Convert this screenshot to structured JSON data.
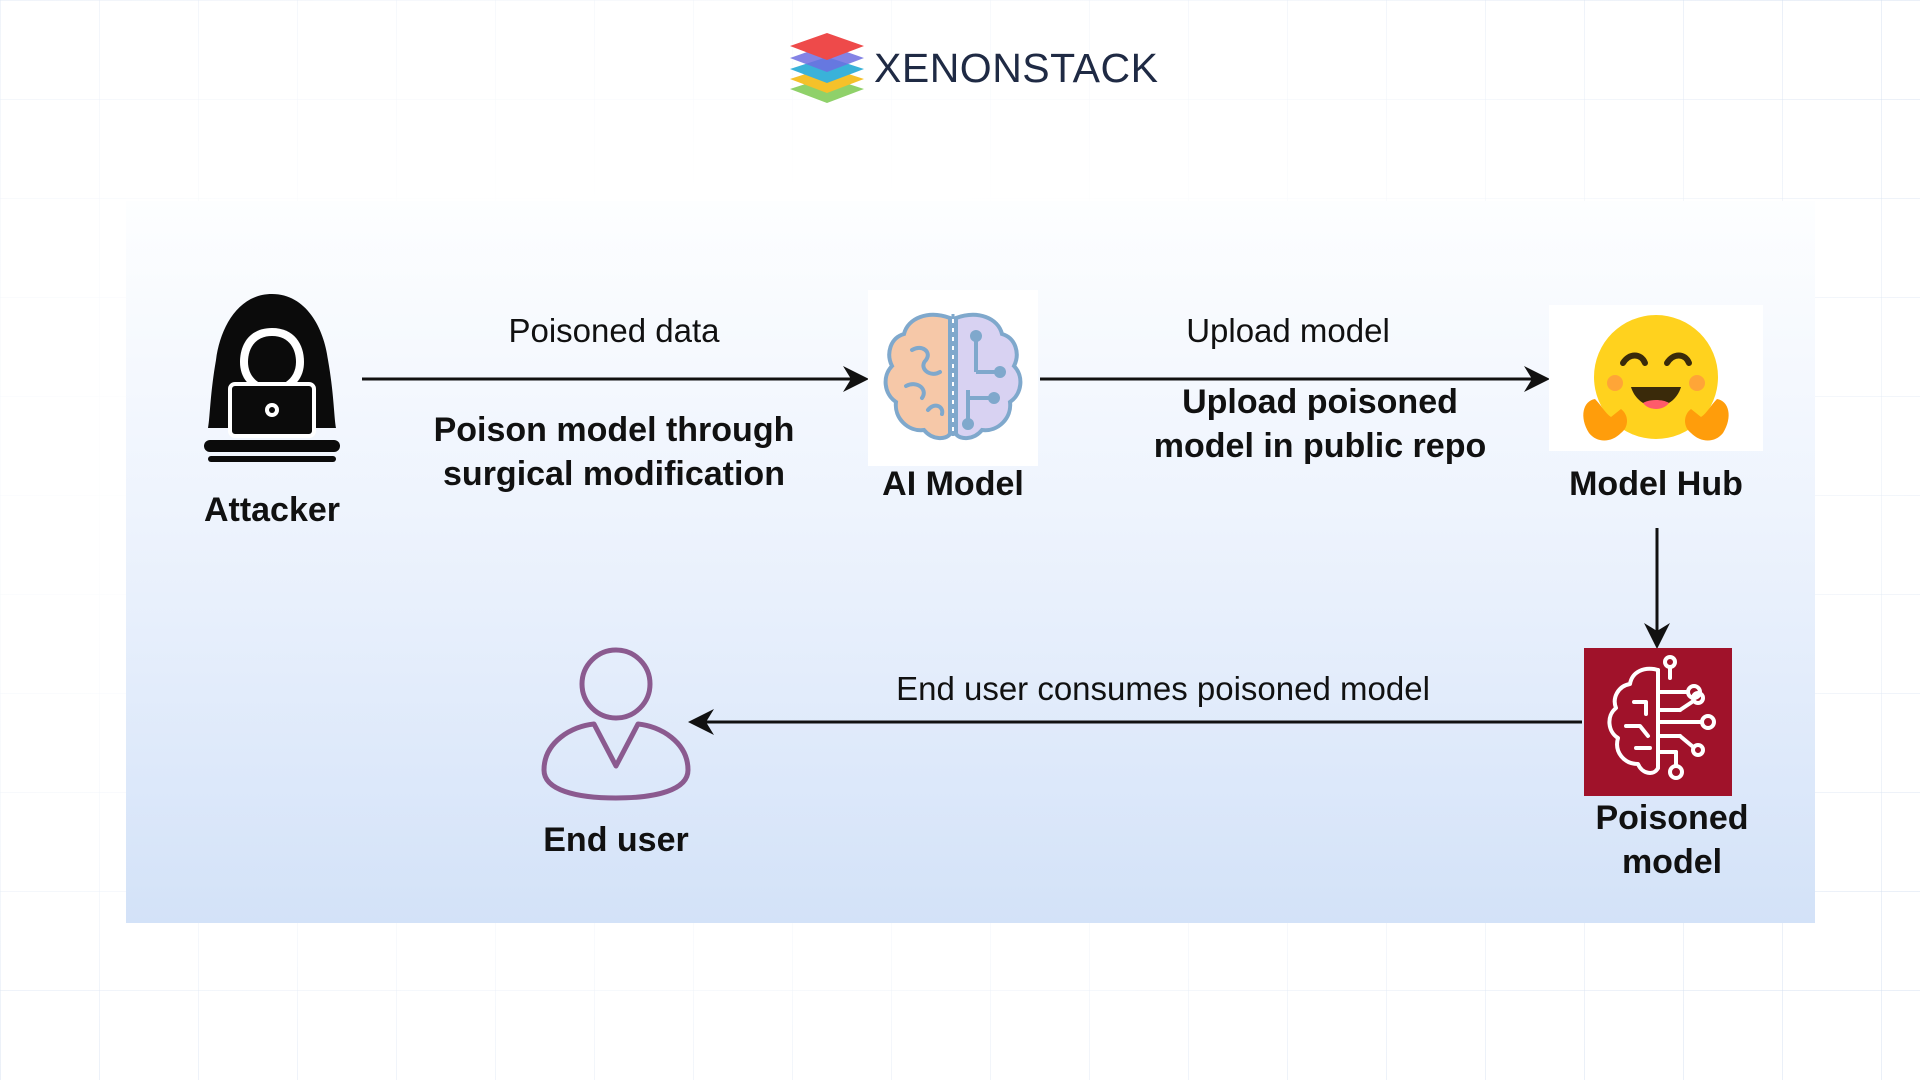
{
  "brand": {
    "name": "XENONSTACK"
  },
  "diagram": {
    "nodes": {
      "attacker": {
        "label": "Attacker",
        "icon": "hooded-hacker-laptop-icon"
      },
      "ai_model": {
        "label": "AI Model",
        "icon": "brain-circuit-icon"
      },
      "model_hub": {
        "label": "Model Hub",
        "icon": "hugging-face-emoji-icon"
      },
      "poisoned_model": {
        "label_line1": "Poisoned",
        "label_line2": "model",
        "icon": "brain-circuit-icon",
        "color": "#a0122a"
      },
      "end_user": {
        "label": "End user",
        "icon": "user-person-icon",
        "color": "#8b5a8f"
      }
    },
    "edges": {
      "attacker_to_model": {
        "label": "Poisoned data",
        "note_line1": "Poison model through",
        "note_line2": "surgical modification"
      },
      "model_to_hub": {
        "label": "Upload model",
        "note_line1": "Upload poisoned",
        "note_line2": "model in public repo"
      },
      "hub_to_poisoned": {},
      "poisoned_to_user": {
        "label": "End user consumes poisoned model"
      }
    }
  },
  "colors": {
    "panel_top": "#fdfeff",
    "panel_bottom": "#d3e2f8",
    "arrow": "#111111"
  }
}
